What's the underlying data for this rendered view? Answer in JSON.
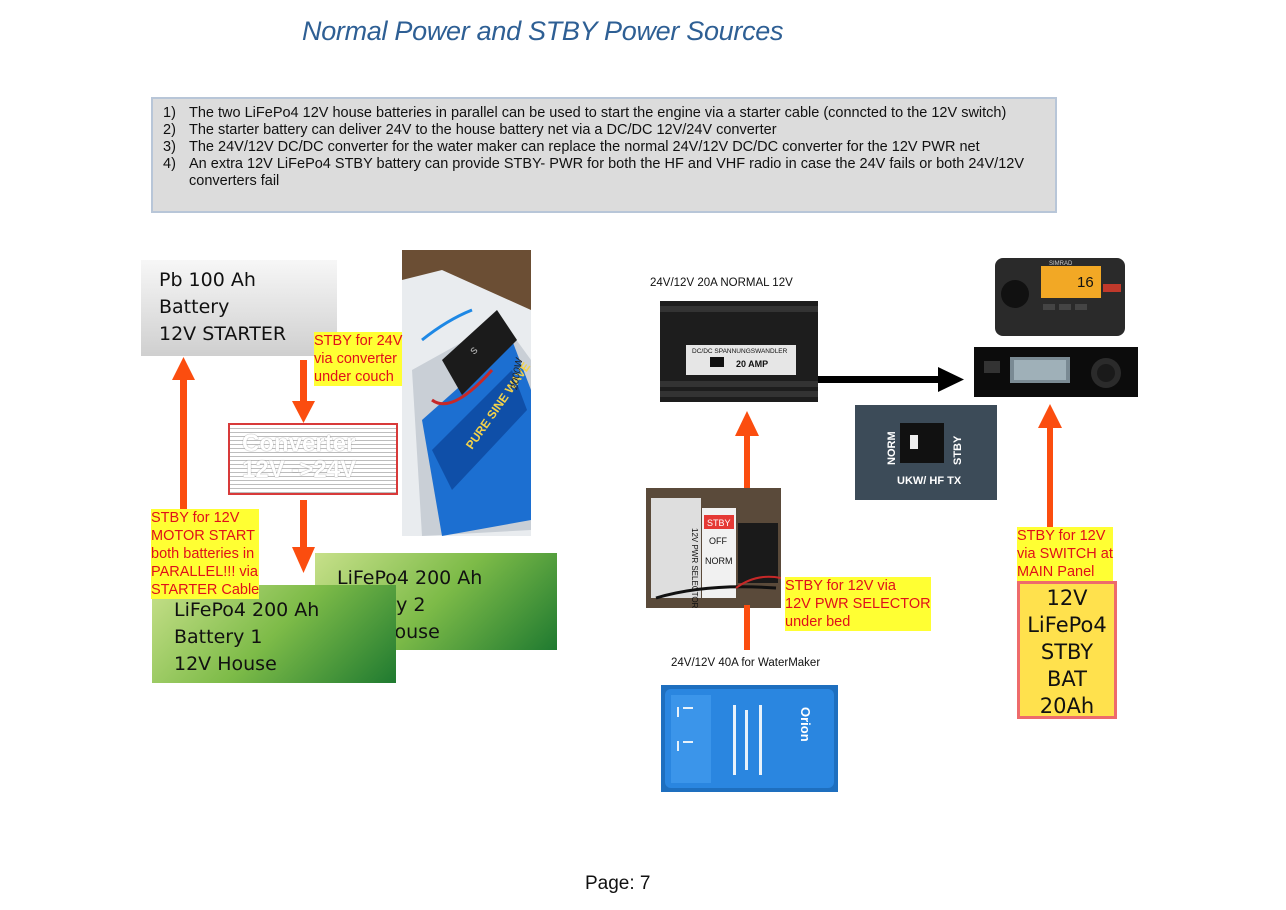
{
  "title": "Normal Power and STBY Power Sources",
  "notes": [
    {
      "num": "1)",
      "text": "The two LiFePo4 12V house batteries in parallel can be used to start the engine via a starter cable (conncted to the 12V switch)"
    },
    {
      "num": "2)",
      "text": "The starter battery can deliver 24V to the house battery net via a DC/DC 12V/24V converter"
    },
    {
      "num": "3)",
      "text": "The 24V/12V DC/DC converter for the water maker can replace the normal 24V/12V DC/DC converter for the 12V PWR net"
    },
    {
      "num": "4)",
      "text": "An extra 12V LiFePo4 STBY battery can provide STBY- PWR for both the HF and VHF radio in case the 24V fails or both 24V/12V converters fail"
    }
  ],
  "pb_battery": {
    "line1": "Pb 100 Ah",
    "line2": "Battery",
    "line3": "12V STARTER"
  },
  "converter": {
    "line1": "Converter",
    "line2": "12V ->24V"
  },
  "lifepo4_2": {
    "line1": "LiFePo4 200 Ah",
    "line2": "Battery 2",
    "line3": "12V House"
  },
  "lifepo4_1": {
    "line1": "LiFePo4 200 Ah",
    "line2": "Battery 1",
    "line3": "12V House"
  },
  "stby_24v_note": {
    "line1": "STBY for 24V",
    "line2": "via converter",
    "line3": "under couch"
  },
  "stby_motor_note": {
    "line1": "STBY for 12V",
    "line2": "MOTOR START",
    "line3": "both batteries in",
    "line4": "PARALLEL!!! via",
    "line5": "STARTER Cable"
  },
  "label_normal_conv": "24V/12V 20A NORMAL 12V",
  "label_watermaker_conv": "24V/12V 40A for WaterMaker",
  "stby_selector_note": {
    "line1": "STBY for 12V via",
    "line2": "12V PWR SELECTOR",
    "line3": "under bed"
  },
  "stby_switch_note": {
    "line1": "STBY for 12V",
    "line2": "via SWITCH at",
    "line3": "MAIN Panel"
  },
  "stby_battery": {
    "line1": "12V",
    "line2": "LiFePo4",
    "line3": "STBY",
    "line4": "BAT",
    "line5": "20Ah"
  },
  "photo_converter": {
    "brand": "DC/DC SPANNUNGSWANDLER",
    "amp": "20 AMP"
  },
  "photo_inverter": {
    "text": "PURE SINE WAVE",
    "watt": "2000W"
  },
  "photo_selector": {
    "stby": "STBY",
    "off": "OFF",
    "norm": "NORM",
    "side": "12V PWR SELECTOR"
  },
  "photo_switch": {
    "norm": "NORM",
    "stby": "STBY",
    "label": "UKW/ HF TX"
  },
  "photo_vhf": {
    "brand": "SIMRAD",
    "channel": "16"
  },
  "photo_orion": {
    "brand": "Orion"
  },
  "footer": "Page: 7",
  "colors": {
    "arrow": "#fb4d0f",
    "title": "#2e5f94",
    "highlight": "#ffff33",
    "note_text": "#e0101a"
  }
}
